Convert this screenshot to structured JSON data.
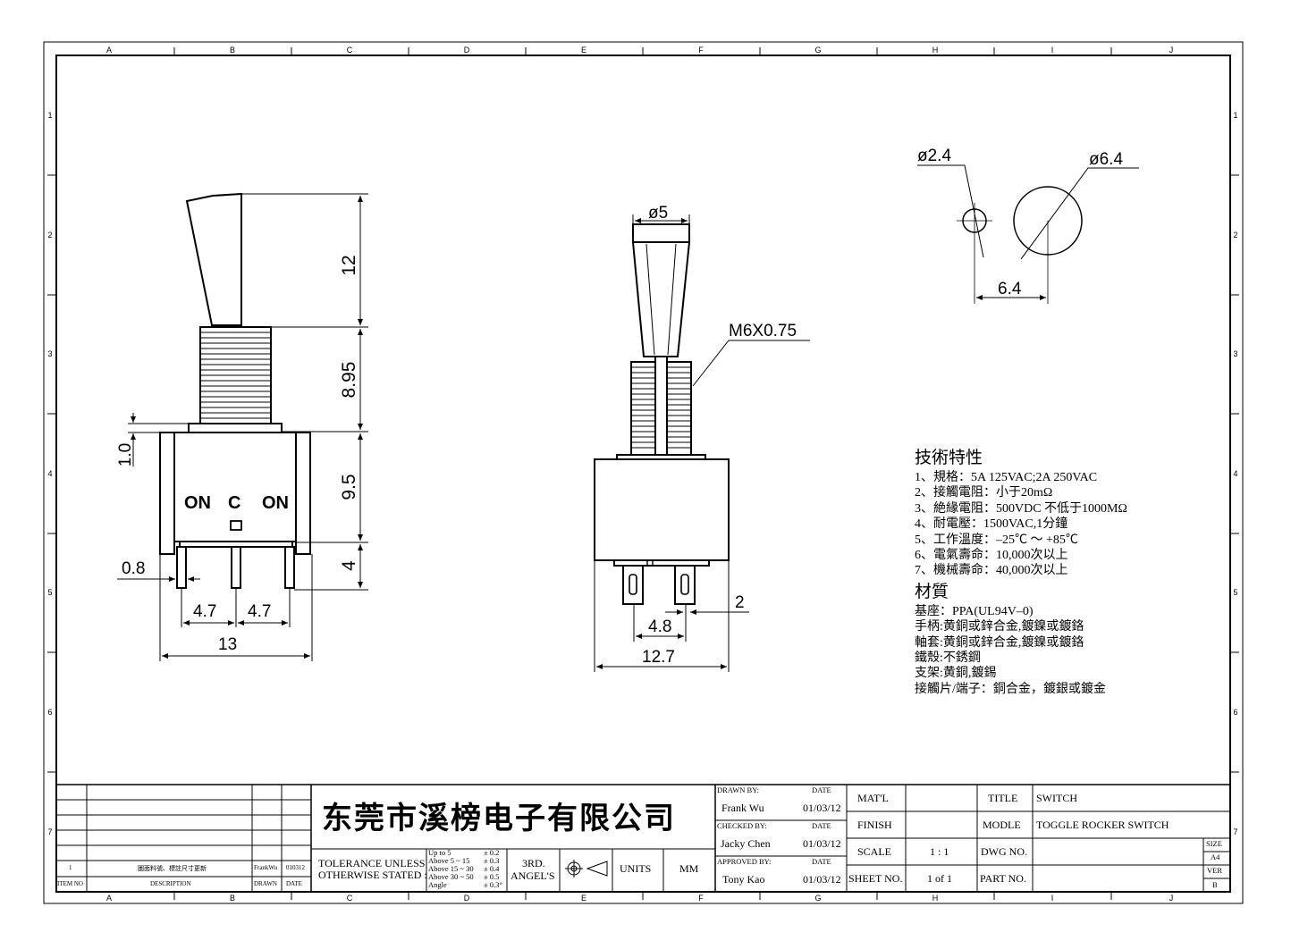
{
  "zone_columns": [
    "A",
    "B",
    "C",
    "D",
    "E",
    "F",
    "G",
    "H",
    "I",
    "J"
  ],
  "zone_rows": [
    "1",
    "2",
    "3",
    "4",
    "5",
    "6",
    "7"
  ],
  "views": {
    "side": {
      "dims": {
        "lever": "12",
        "thread": "8.95",
        "nut": "1.0",
        "body": "9.5",
        "term": "4",
        "pin_w": "0.8",
        "pitch_a": "4.7",
        "pitch_b": "4.7",
        "width": "13"
      },
      "marks": {
        "on_left": "ON",
        "center": "C",
        "on_right": "ON"
      }
    },
    "front": {
      "dims": {
        "lever_dia": "ø5",
        "thread": "M6X0.75",
        "pin_gap": "2",
        "pin_pitch": "4.8",
        "width": "12.7"
      }
    },
    "panel_cutout": {
      "dims": {
        "hole_small": "ø2.4",
        "hole_large": "ø6.4",
        "spacing": "6.4"
      }
    }
  },
  "specs": {
    "title": "技術特性",
    "items": [
      "1、規格：5A 125VAC;2A 250VAC",
      "2、接觸電阻：小于20mΩ",
      "3、絶緣電阻：500VDC 不低于1000MΩ",
      "4、耐電壓：1500VAC,1分鐘",
      "5、工作溫度：–25℃ ～ +85℃",
      "6、電氣壽命：10,000次以上",
      "7、機械壽命：40,000次以上"
    ],
    "material_title": "材質",
    "materials": [
      "基座：PPA(UL94V–0)",
      "手柄:黄銅或鋅合金,鍍鎳或鍍鉻",
      "軸套:黄銅或鋅合金,鍍鎳或鍍鉻",
      "鐵殼:不銹鋼",
      "支架:黄銅,鍍錫",
      "接觸片/端子：銅合金，鍍銀或鍍金"
    ]
  },
  "title_block": {
    "revision": {
      "item": "1",
      "description": "圖面料號、標註尺寸更新",
      "drawn": "FrankWu",
      "date": "010312"
    },
    "revision_headers": {
      "item": "ITEM NO",
      "description": "DESCRIPTION",
      "drawn": "DRAWN",
      "date": "DATE"
    },
    "company": "东莞市溪榜电子有限公司",
    "tolerance_label_1": "TOLERANCE UNLESS",
    "tolerance_label_2": "OTHERWISE STATED :",
    "tolerances": [
      {
        "range": "Up  to  5",
        "value": "± 0.2"
      },
      {
        "range": "Above 5  ~ 15",
        "value": "± 0.3"
      },
      {
        "range": "Above 15 ~ 30",
        "value": "± 0.4"
      },
      {
        "range": "Above 30 ~ 50",
        "value": "± 0.5"
      },
      {
        "range": "Angle",
        "value": "± 0.3°"
      }
    ],
    "projection_1": "3RD.",
    "projection_2": "ANGEL'S",
    "units_label": "UNITS",
    "units_value": "MM",
    "drawn_by_label": "DRAWN BY:",
    "drawn_by": "Frank Wu",
    "checked_by_label": "CHECKED BY:",
    "checked_by": "Jacky Chen",
    "approved_by_label": "APPROVED BY:",
    "approved_by": "Tony Kao",
    "date_label": "DATE",
    "drawn_date": "01/03/12",
    "checked_date": "01/03/12",
    "approved_date": "01/03/12",
    "matl_label": "MAT'L",
    "finish_label": "FINISH",
    "scale_label": "SCALE",
    "scale": "1 : 1",
    "sheet_label": "SHEET NO.",
    "sheet": "1 of 1",
    "title_label": "TITLE",
    "title": "SWITCH",
    "modle_label": "MODLE",
    "modle": "TOGGLE ROCKER SWITCH",
    "dwg_label": "DWG NO.",
    "part_label": "PART NO.",
    "size_label": "SIZE",
    "size": "A4",
    "ver_label": "VER",
    "ver": "B"
  }
}
